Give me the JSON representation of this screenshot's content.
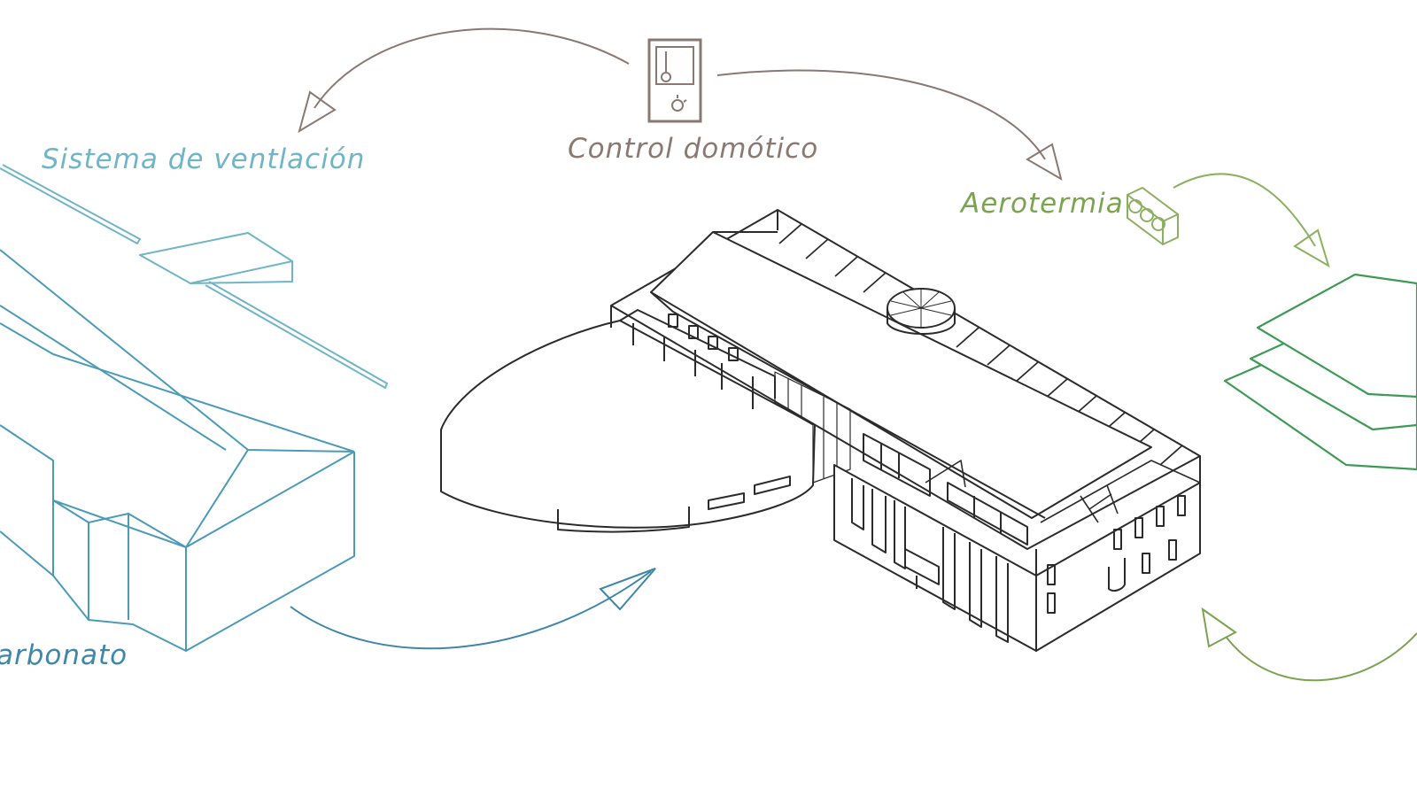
{
  "labels": {
    "ventilation": "Sistema de ventlación",
    "control": "Control domótico",
    "aerothermal": "Aerotermia",
    "polycarbonate": "arbonato"
  },
  "colors": {
    "ventilation": "#6fb5c6",
    "ventilation_stroke": "#4a9ab8",
    "polycarbonate": "#3f86a8",
    "control": "#8a7872",
    "aerothermal": "#7aa450",
    "aerothermal_stroke": "#8bb060",
    "panels": "#3f9a55",
    "building": "#2b2b2b"
  },
  "icons": {
    "control": "thermostat-icon",
    "aerothermal": "heat-pump-icon"
  }
}
